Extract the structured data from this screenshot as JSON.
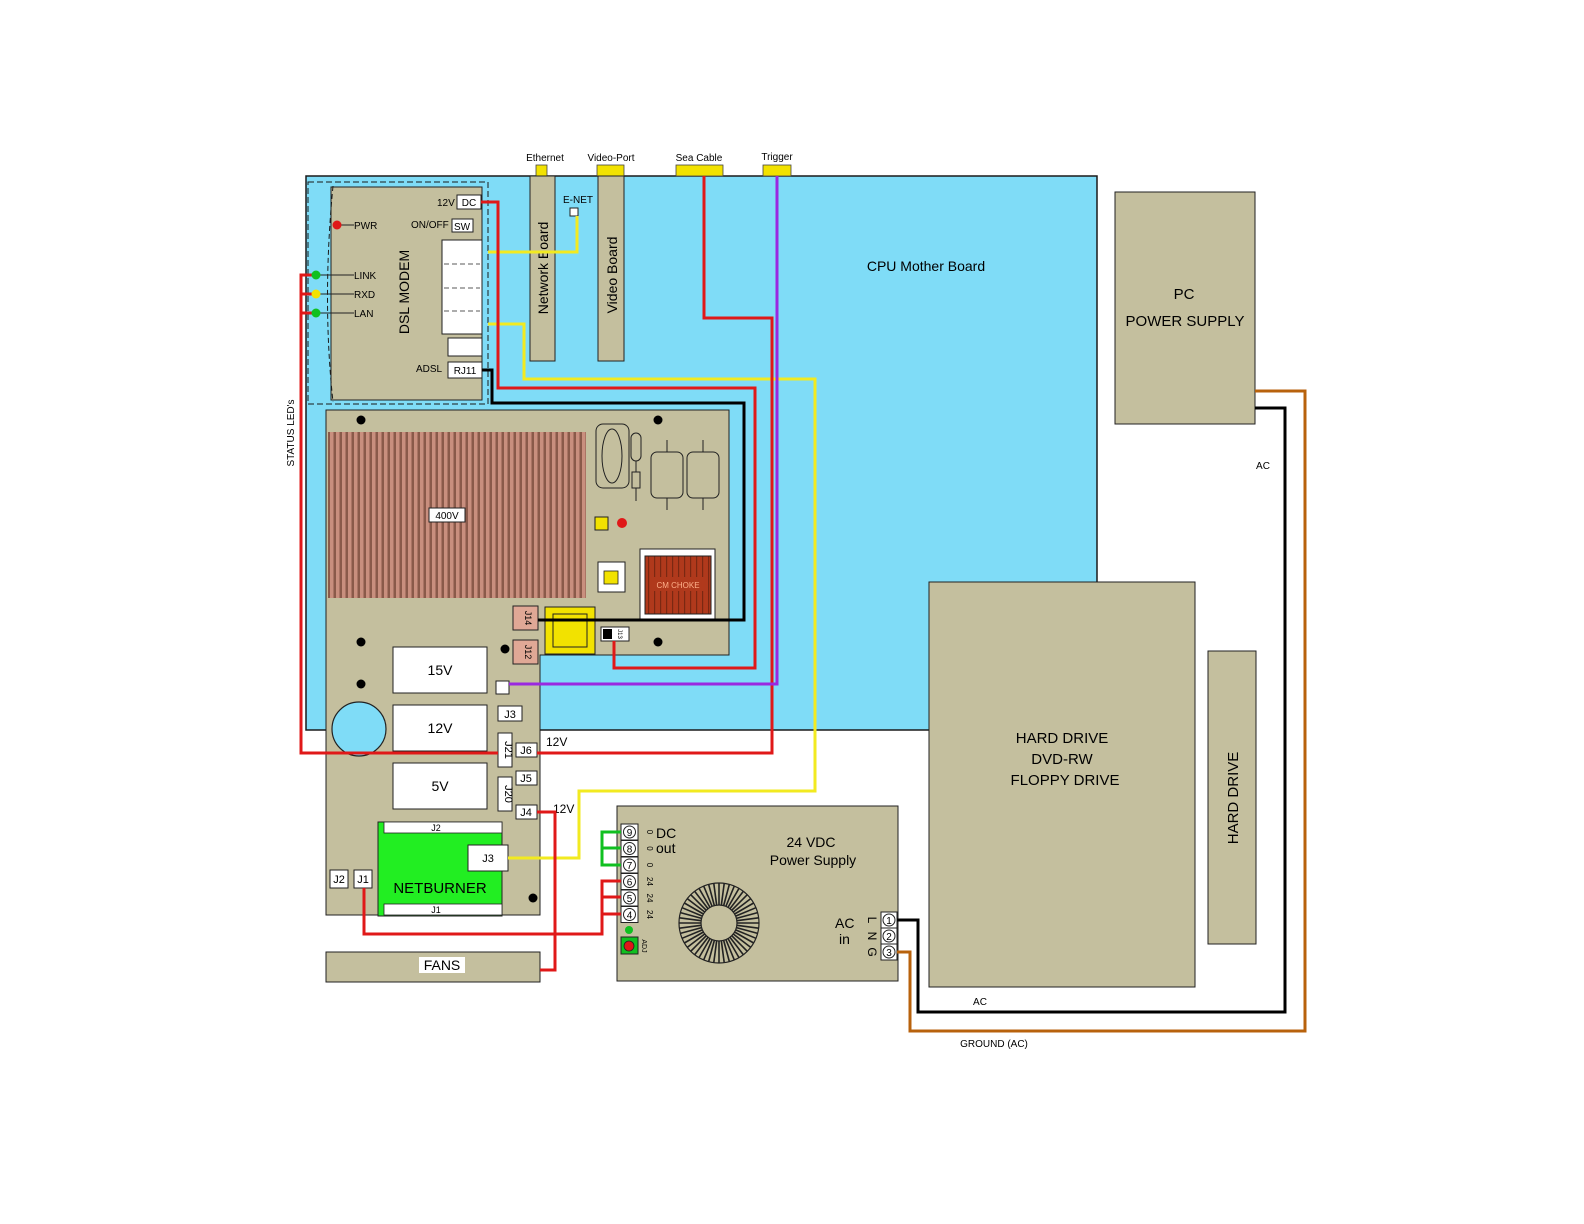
{
  "ports": {
    "ethernet": "Ethernet",
    "video_port": "Video-Port",
    "sea_cable": "Sea Cable",
    "trigger": "Trigger"
  },
  "cpu_board": {
    "title": "CPU Mother Board",
    "enet": "E-NET"
  },
  "network_board": "Network Board",
  "video_board": "Video Board",
  "dsl_modem": {
    "title": "DSL MODEM",
    "v12": "12V",
    "dc": "DC",
    "onoff": "ON/OFF",
    "sw": "SW",
    "pwr": "PWR",
    "link": "LINK",
    "rxd": "RXD",
    "lan": "LAN",
    "adsl": "ADSL",
    "rj11": "RJ11",
    "status_leds": "STATUS LED's"
  },
  "power_board": {
    "hv": "400V",
    "cm_choke": "CM CHOKE",
    "j14": "J14",
    "j12": "J12",
    "j13": "J13",
    "v15": "15V",
    "v12": "12V",
    "v5": "5V",
    "j3": "J3",
    "j21": "J21",
    "j6": "J6",
    "j5": "J5",
    "j20": "J20",
    "j4": "J4",
    "out_j6": "12V",
    "out_j4": "12V",
    "j2": "J2",
    "j1": "J1"
  },
  "netburner": {
    "title": "NETBURNER",
    "j2": "J2",
    "j1": "J1",
    "j3": "J3"
  },
  "fans": "FANS",
  "pc_power_supply": {
    "line1": "PC",
    "line2": "POWER SUPPLY",
    "ac": "AC"
  },
  "drives": {
    "line1": "HARD DRIVE",
    "line2": "DVD-RW",
    "line3": "FLOPPY DRIVE"
  },
  "hard_drive": "HARD DRIVE",
  "psu24": {
    "line1": "24 VDC",
    "line2": "Power Supply",
    "dc": "DC",
    "out": "out",
    "ac": "AC",
    "in": "in",
    "pins": [
      "9",
      "8",
      "7",
      "6",
      "5",
      "4"
    ],
    "pin_labels": [
      "0",
      "0",
      "0",
      "24",
      "24",
      "24"
    ],
    "adj": "ADJ",
    "ac_terminals": [
      "1",
      "2",
      "3"
    ],
    "ac_letters": [
      "L",
      "N",
      "G"
    ]
  },
  "wires": {
    "ac": "AC",
    "ground": "GROUND (AC)"
  },
  "colors": {
    "cpu_board": "#7fdcf7",
    "component": "#c4bf9e",
    "netburner": "#22ee22",
    "fin": "#c98f7e",
    "choke": "#b0391c",
    "yellow_part": "#f2e200",
    "wire_red": "#e01818",
    "wire_yellow": "#f2ea20",
    "wire_purple": "#9a28e0",
    "wire_black": "#000000",
    "wire_brown": "#b8620c",
    "wire_green": "#10c020"
  }
}
